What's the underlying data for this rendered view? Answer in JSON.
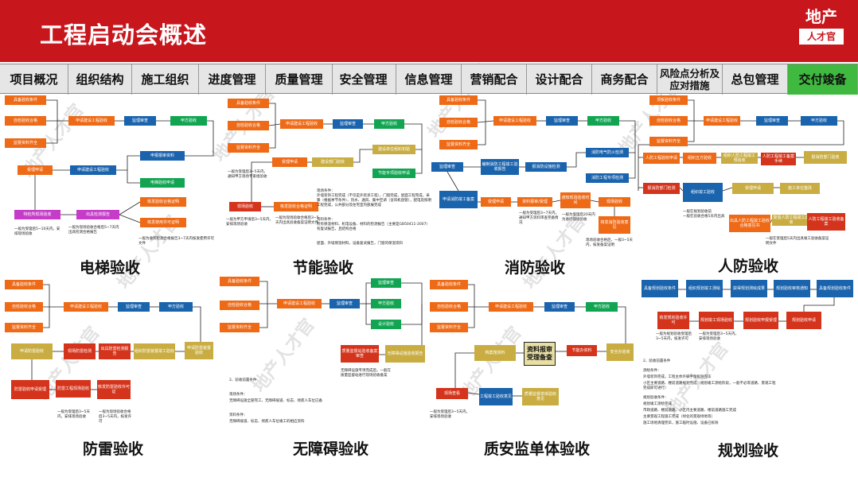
{
  "header": {
    "title": "工程启动会概述",
    "logo_top": "地产",
    "logo_bottom": "人才官"
  },
  "watermark": "地产人才官",
  "tabs": [
    "项目概况",
    "组织结构",
    "施工组织",
    "进度管理",
    "质量管理",
    "安全管理",
    "信息管理",
    "营销配合",
    "设计配合",
    "商务配合",
    "风险点分析及应对措施",
    "总包管理",
    "交付竣备"
  ],
  "active_tab": "交付竣备",
  "sections": [
    "电梯验收",
    "节能验收",
    "消防验收",
    "人防验收",
    "防雷验收",
    "无障碍验收",
    "质安监单体验收",
    "规划验收"
  ],
  "elevator": {
    "boxes": [
      "具备验收条件",
      "自检验收合格",
      "监督资料齐全",
      "申请建设工程验收",
      "监理审查",
      "甲方验收",
      "申报报审资料",
      "申请建设工程验收",
      "电梯验收申请",
      "受理申请",
      "特检所现场验收",
      "出具检测报告",
      "核发验收合格证明",
      "核发使用许可证明"
    ],
    "notes": [
      "一般为受理后5~10天内，安排现场验收",
      "一般为现场验收合格后5~7天内出具检测合格报告",
      "一般为收到检测合格报告3~7天内核发使用许可文件"
    ]
  },
  "energy": {
    "boxes": [
      "具备验收条件",
      "自检验收合格",
      "监督资料齐全",
      "申请建设工程验收",
      "监理审查",
      "甲方验收",
      "建设单位组织初验",
      "节能专项验收申请",
      "建设部门验收",
      "受理申请",
      "现场验收",
      "核发验收合格证明"
    ],
    "notes": [
      "一般为受理后3~5天内，通知甲方现场专家组验收",
      "一般为甲方申请后3~5天内，安排现场验收",
      "一般为现场验收合格后3~5天内出具验收备案证明文件"
    ],
    "conditions": [
      "现场条件：",
      "外墙装饰工程完成（不仅是外装涂工程），门窗完成，屋面工程完成，采暖（根据季节条件）、热水、通风、集中空调（含风机盘管），配电及照明工程完成，公共部分及住宅室内部展完成",
      "资料条件：",
      "所有保温材料、机电设备、材料的检测报告（主要是GB50411-2007）有复试报告，且结构合格",
      "屋面、外墙保温材料，设备复试报告，门窗的保温资料"
    ]
  },
  "fire": {
    "boxes": [
      "具备验收条件",
      "自检验收合格",
      "监督资料齐全",
      "申请建设工程验收",
      "监理审查",
      "甲方验收",
      "消防电气防火检测",
      "消防工程专项检测",
      "编制消防工程竣工验收报告",
      "报消防设施检测",
      "监理审查",
      "申请消防竣工备案",
      "受理申请",
      "资料报审/受理",
      "通知现场验收时间",
      "现场验收",
      "核发消防验收意见"
    ],
    "notes": [
      "一般为受理后3~7天内，通知甲方资料审查完备情况",
      "一般为受理后20天内为进行现场验收",
      "现场验收合格后，一般3~5天内，核发备案证明"
    ]
  },
  "civil": {
    "boxes": [
      "顶板验收条件",
      "自检验收合格",
      "监督资料齐全",
      "申请建设工程验收",
      "监理审查",
      "甲方验收",
      "人防工程验收申请",
      "组织五方验收",
      "组织人防工程竣工预验收",
      "人防工程竣工备案手续",
      "报消防部门验收",
      "报消防部门检测",
      "组织竣工验收",
      "受理申请",
      "施工单位整改",
      "出具人防工程竣工验收合格意见书",
      "复验人防工程竣工验收",
      "人防工程竣工验收备案",
      "受理人防工程竣工验收备案文件"
    ],
    "notes": [
      "一般在规划验收前",
      "一般在验收合格5天内出具",
      "一般在受理后5天内出具竣工验收备案证明文件"
    ]
  },
  "lightning": {
    "boxes": [
      "具备验收条件",
      "自检验收合格",
      "监督资料齐全",
      "申请建设工程验收",
      "监理审查",
      "甲方验收",
      "申请防雷装置验收",
      "组织防雷装置竣工验收",
      "出具防雷检测报告",
      "现场防雷检测",
      "申请防雷验收",
      "防雷验收申请受理",
      "防雷工程现场验收",
      "核发防雷验收许可证"
    ],
    "notes": [
      "一般为受理后3~5天内，安排现场验收",
      "一般为现场验收合格后3~5天内，核发许可"
    ]
  },
  "barrier": {
    "boxes": [
      "具备验收条件",
      "自检验收合格",
      "监督资料齐全",
      "申请建设工程验收",
      "监理审查",
      "监理审查",
      "甲方验收",
      "设计验收",
      "质量监督站验收备案审查",
      "无障碍设施验收报告"
    ],
    "notes": [
      "无障碍设施专项完成后，一般在质量监督站进行现场验收备案"
    ],
    "conditions": [
      "2、验收前置条件",
      "现场条件：",
      "无障碍设施全部完工，无障碍坡道、标志、残疾人车位已备",
      "资料条件：",
      "无障碍坡道、标志、残疾人车位竣工的相应资料"
    ]
  },
  "quality": {
    "boxes": [
      "具备验收条件",
      "自检验收合格",
      "监督资料齐全",
      "申请建设工程验收",
      "监理审查",
      "甲方验收",
      "安全办验收",
      "节能办资料",
      "资料报审受理备查",
      "档案馆资料",
      "现场查看",
      "工程竣工验收意见",
      "质量监督单体验收意见"
    ],
    "notes": [
      "一般为受理后3~5天内，安排现场验收"
    ]
  },
  "planning": {
    "boxes": [
      "具备规划验收条件",
      "组织规划竣工测绘",
      "获得规划测绘成果",
      "规划验收审核通知",
      "具备规划验收条件",
      "核发规划验收许可",
      "规划竣工现场验收",
      "规划验收申报受理",
      "规划验收申请"
    ],
    "notes": [
      "一般为规划验收受理后3~5天内，核发许可",
      "一般为受理后3~5天内，安排现场验收"
    ],
    "conditions": [
      "2、验收前置条件",
      "测绘条件：",
      "外墙装饰完成，工程主体外脚手架拆除完毕",
      "小区主要道路、楼前道路规划完成（规划竣工测绘阶段，一般不必等道路、景观工程完成即可进行）",
      "规划验收条件：",
      "规划竣工测绘完成",
      "市政道路、楼前道路、小区内主要道路、楼前道路施工完成",
      "主要景观工程施工完成（绿化的景观绿地等）",
      "施工场地清理完毕，施工临时设施、设备已拆除"
    ]
  }
}
